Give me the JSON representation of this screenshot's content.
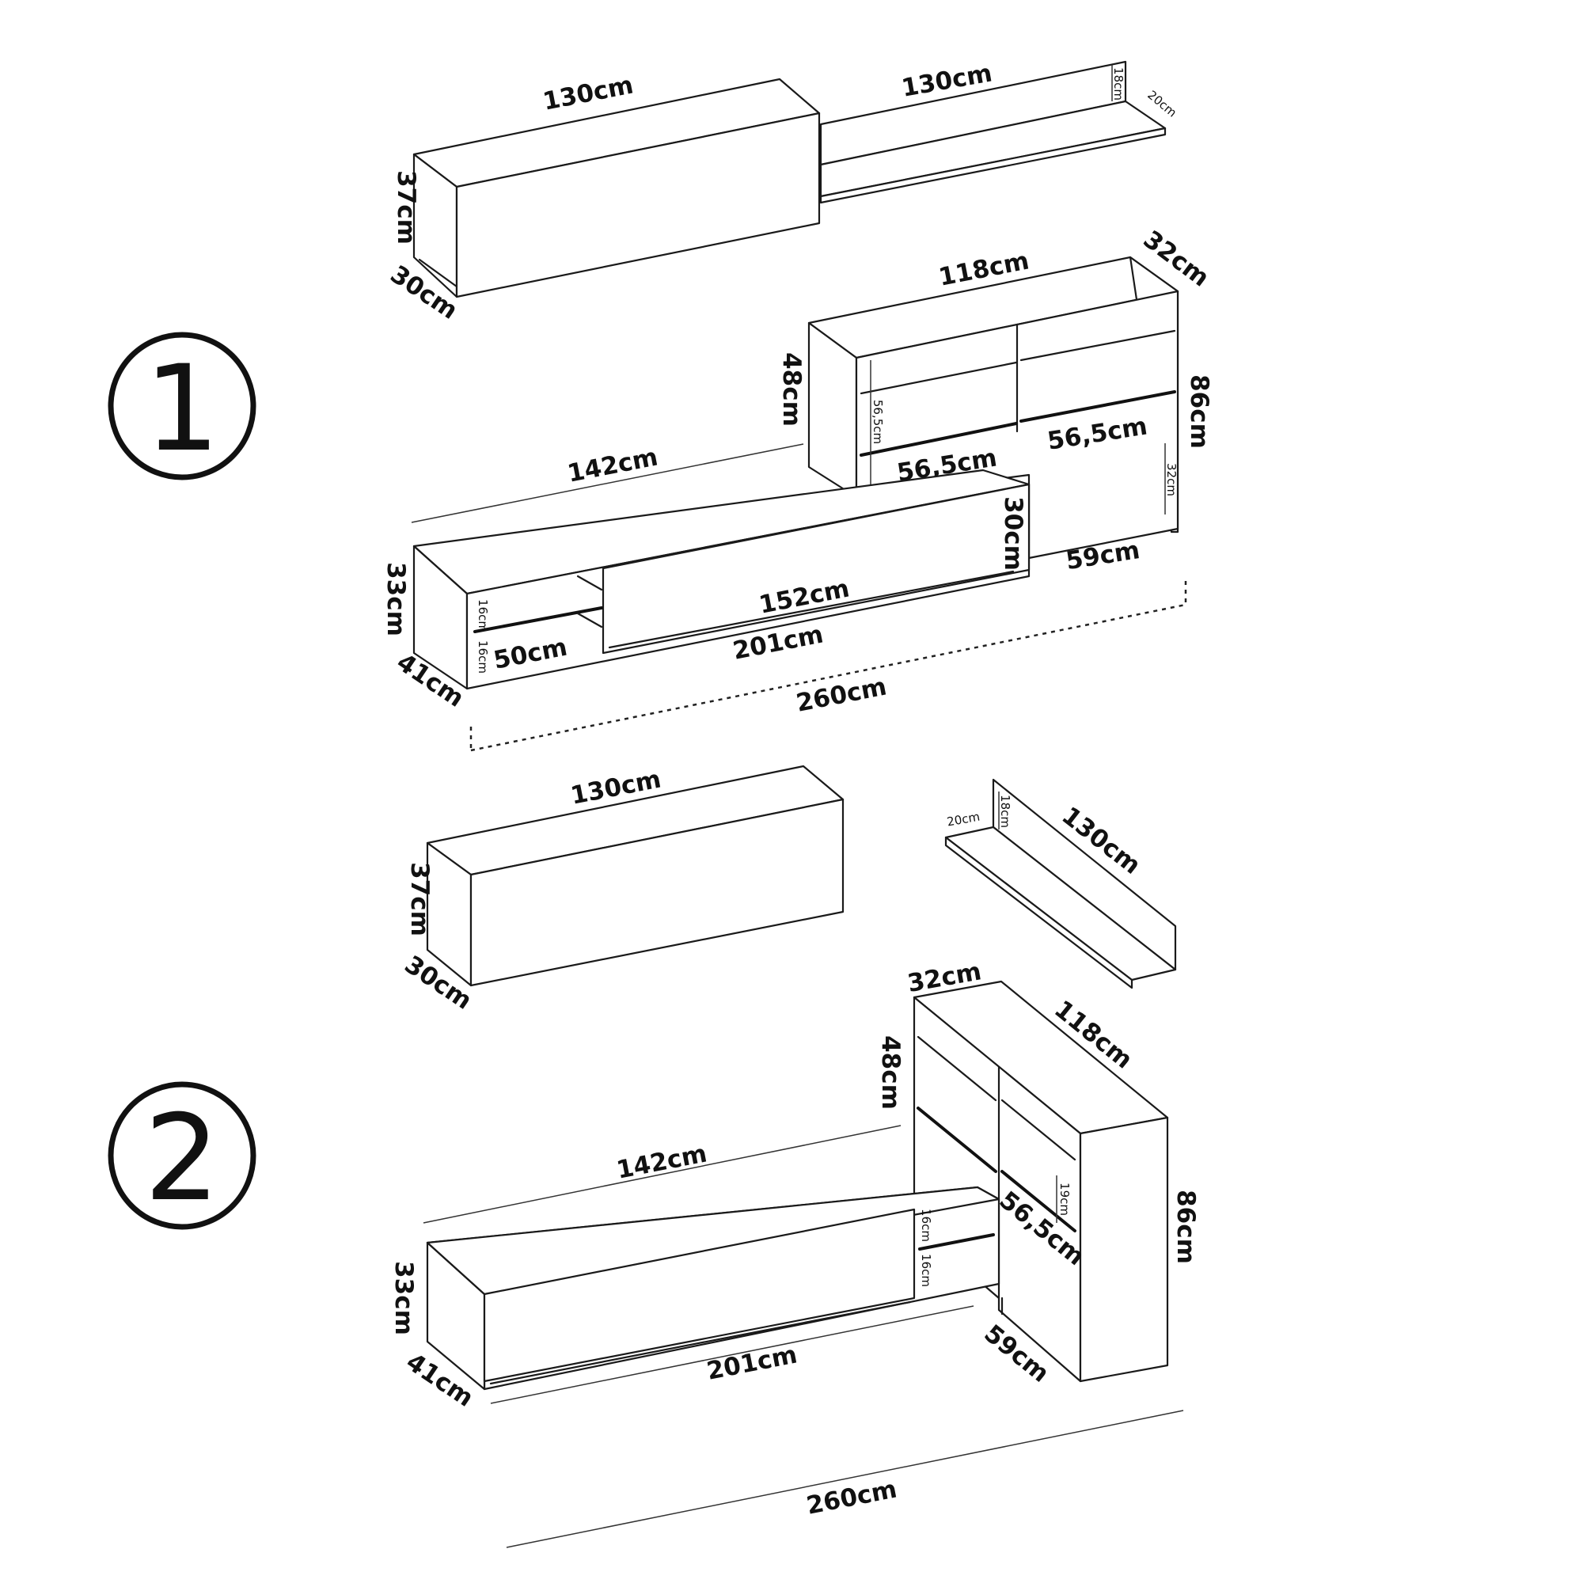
{
  "config1": {
    "number": "1",
    "labels": {
      "wall_unit_width": "130cm",
      "wall_unit_height": "37cm",
      "wall_unit_depth": "30cm",
      "shelf_width": "130cm",
      "shelf_height": "18cm",
      "shelf_depth": "20cm",
      "cabinet_width": "118cm",
      "cabinet_depth": "32cm",
      "cabinet_height": "86cm",
      "cabinet_top_height": "48cm",
      "cabinet_inner_height": "56,5cm",
      "cabinet_drawer_left": "56,5cm",
      "cabinet_drawer_right": "56,5cm",
      "cabinet_lower": "32cm",
      "cabinet_leg_span": "59cm",
      "tv_top": "142cm",
      "tv_height": "33cm",
      "tv_depth": "41cm",
      "tv_door_height": "30cm",
      "tv_door_width": "152cm",
      "tv_body": "201cm",
      "tv_shelf_upper": "16cm",
      "tv_shelf_lower": "16cm",
      "tv_shelf_width": "50cm",
      "total": "260cm"
    }
  },
  "config2": {
    "number": "2",
    "labels": {
      "wall_unit_width": "130cm",
      "wall_unit_height": "37cm",
      "wall_unit_depth": "30cm",
      "shelf_width": "130cm",
      "shelf_height": "18cm",
      "shelf_depth": "20cm",
      "cabinet_depth": "32cm",
      "cabinet_width": "118cm",
      "cabinet_top_height": "48cm",
      "cabinet_height": "86cm",
      "cabinet_drawer_height": "19cm",
      "cabinet_drawer_width": "56,5cm",
      "cabinet_leg_span": "59cm",
      "tv_top": "142cm",
      "tv_height": "33cm",
      "tv_depth": "41cm",
      "tv_body": "201cm",
      "tv_shelf_upper": "16cm",
      "tv_shelf_lower": "16cm",
      "total": "260cm"
    }
  }
}
